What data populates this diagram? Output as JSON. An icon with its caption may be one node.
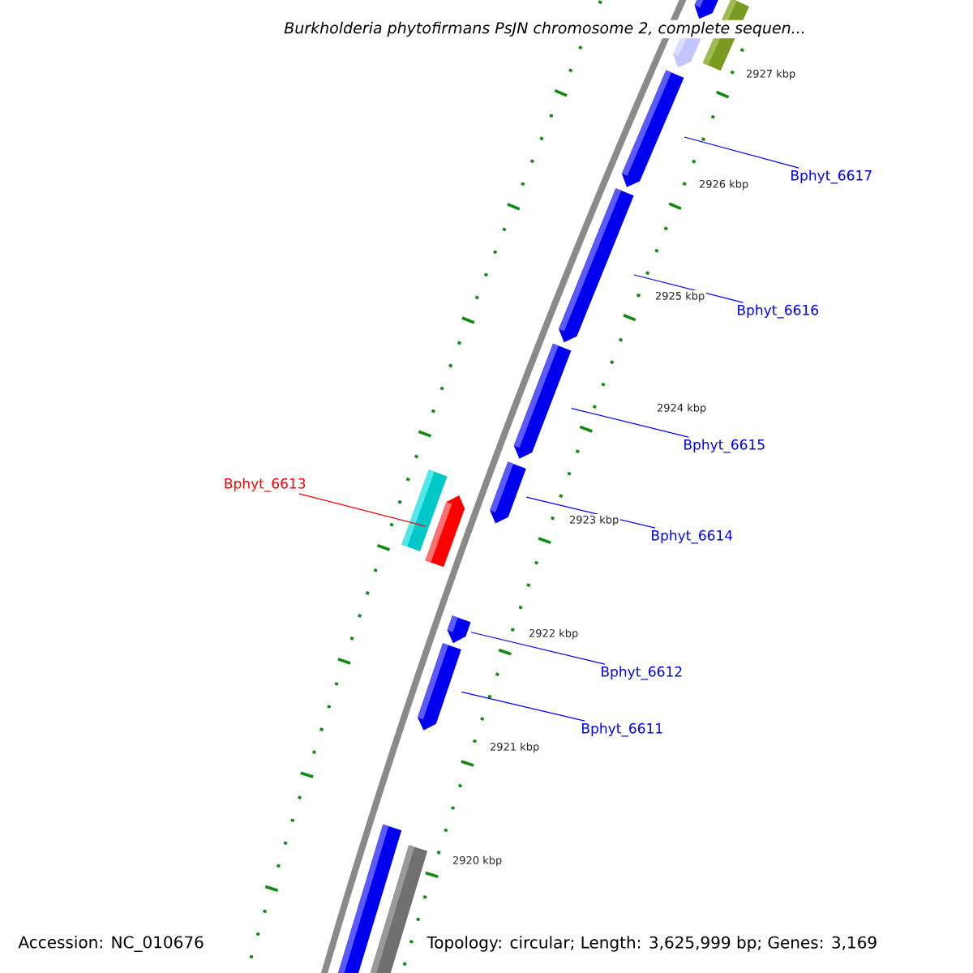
{
  "diagram": {
    "title": "*Burkholderia phytofirmans* PsJN chromosome 2, complete sequen...",
    "nodes": [
      {
        "text": [
          "Bphyt_6617"
        ]
      },
      {
        "text": [
          "Bphyt_6616"
        ]
      },
      {
        "text": [
          "Bphyt_6615"
        ]
      },
      {
        "text": [
          "Bphyt_6613"
        ]
      },
      {
        "text": [
          "Bphyt_6614"
        ]
      },
      {
        "text": [
          "Bphyt_6612"
        ]
      },
      {
        "text": [
          "Bphyt_6611"
        ]
      },
      {
        "text": [],
        "shape": "bar"
      },
      {
        "text": [],
        "shape": "bar"
      },
      {
        "text": [],
        "shape": "bar"
      },
      {
        "text": [],
        "shape": "bar"
      },
      {
        "text": [],
        "shape": "bar"
      },
      {
        "text": [],
        "shape": "bar"
      },
      {
        "text": [],
        "shape": "bar"
      }
    ],
    "edges": [
      {
        "from": 0,
        "to": 7,
        "arrow": "none"
      },
      {
        "from": 1,
        "to": 8,
        "arrow": "none"
      },
      {
        "from": 2,
        "to": 9,
        "arrow": "none"
      },
      {
        "from": 3,
        "to": 11,
        "arrow": "none",
        "color": "#ff0000"
      },
      {
        "from": 4,
        "to": 10,
        "arrow": "none"
      },
      {
        "from": 5,
        "to": 12,
        "arrow": "none"
      },
      {
        "from": 6,
        "to": 13,
        "arrow": "none"
      }
    ],
    "labels": [
      "2927 kbp",
      "2926 kbp",
      "2925 kbp",
      "2924 kbp",
      "2923 kbp",
      "2922 kbp",
      "2921 kbp",
      "2920 kbp",
      "Accession: NC_010676",
      "Topology: circular; Length: 3,625,999 bp; Genes: 3,169"
    ]
  }
}
